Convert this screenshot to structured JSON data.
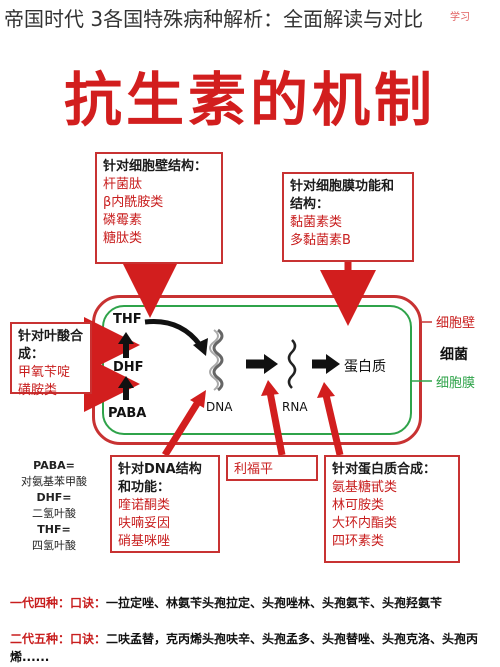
{
  "header": {
    "page_title": "帝国时代 3各国特殊病种解析：全面解读与对比",
    "watermark": "学习"
  },
  "diagram": {
    "heading": "抗生素的机制",
    "cell_wall_box": {
      "title": "针对细胞壁结构：",
      "items": [
        "杆菌肽",
        "β内酰胺类",
        "磷霉素",
        "糖肽类"
      ]
    },
    "membrane_box": {
      "title": "针对细胞膜功能和结构：",
      "items": [
        "黏菌素类",
        "多黏菌素B"
      ]
    },
    "folate_box": {
      "title": "针对叶酸合成：",
      "items": [
        "甲氧苄啶",
        "磺胺类"
      ]
    },
    "dna_box": {
      "title": "针对DNA结构和功能：",
      "items": [
        "喹诺酮类",
        "呋喃妥因",
        "硝基咪唑"
      ]
    },
    "rifampin_box": {
      "title": "利福平"
    },
    "protein_box": {
      "title": "针对蛋白质合成：",
      "items": [
        "氨基糖甙类",
        "林可胺类",
        "大环内酯类",
        "四环素类"
      ]
    },
    "cell_labels": {
      "cell_wall": "细胞壁",
      "bacteria": "细菌",
      "cell_membrane": "细胞膜"
    },
    "pathway": {
      "thf": "THF",
      "dhf": "DHF",
      "paba": "PABA",
      "dna": "DNA",
      "rna": "RNA",
      "protein": "蛋白质"
    },
    "legend": [
      {
        "abbr": "PABA=",
        "full": "对氨基苯甲酸"
      },
      {
        "abbr": "DHF=",
        "full": "二氢叶酸"
      },
      {
        "abbr": "THF=",
        "full": "四氢叶酸"
      }
    ],
    "mnemonics": [
      {
        "label": "一代四种：",
        "key": "口诀：",
        "text": "一拉定唑、林氨苄头孢拉定、头孢唑林、头孢氨苄、头孢羟氨苄"
      },
      {
        "label": "二代五种：",
        "key": "口诀：",
        "text": "二呋孟替，克丙烯头孢呋辛、头孢孟多、头孢替唑、头孢克洛、头孢丙烯......"
      }
    ],
    "colors": {
      "accent_red": "#c81e1e",
      "membrane_green": "#2fa34a"
    }
  }
}
